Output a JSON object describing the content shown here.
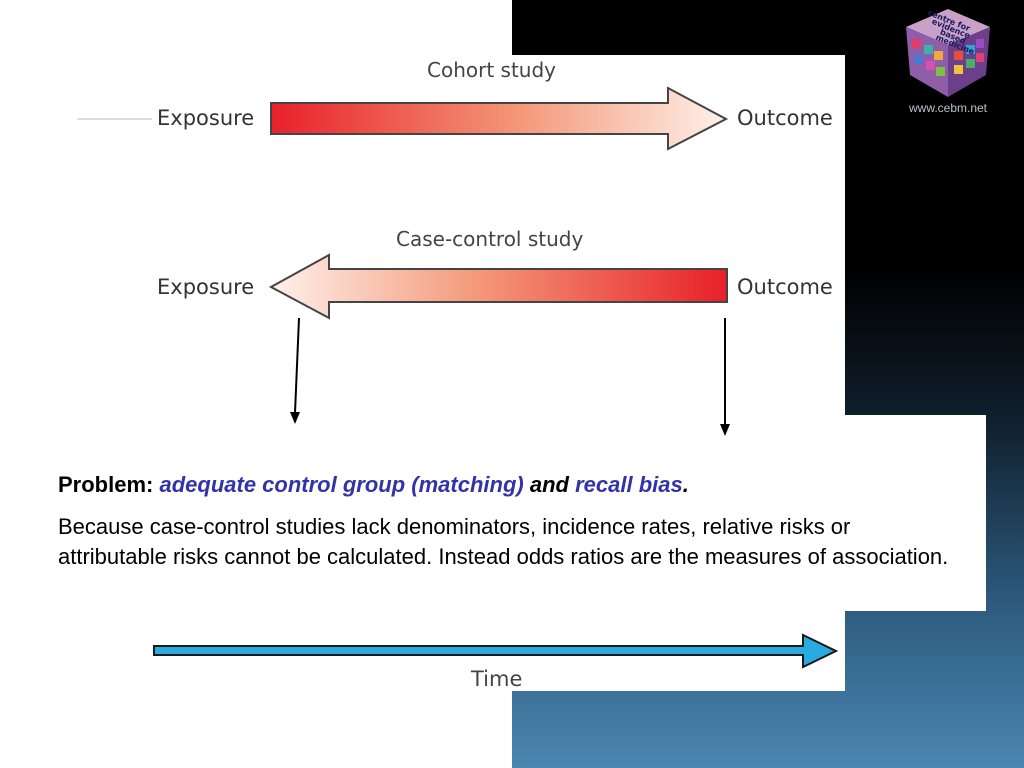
{
  "logo": {
    "url_text": "www.cebm.net",
    "cube_text": "centre for evidence based medicine"
  },
  "cohort": {
    "title": "Cohort study",
    "left_label": "Exposure",
    "right_label": "Outcome"
  },
  "case_control": {
    "title": "Case-control study",
    "left_label": "Exposure",
    "right_label": "Outcome"
  },
  "problem": {
    "label": "Problem:",
    "item1": "adequate control group (matching)",
    "connector": "and",
    "item2": "recall bias",
    "period": "."
  },
  "body_text": "Because case-control studies lack denominators, incidence rates, relative risks or attributable risks cannot be calculated. Instead odds ratios are the measures of association.",
  "time_label": "Time",
  "colors": {
    "arrow_red": "#e8202a",
    "arrow_light": "#fde9e2",
    "time_arrow": "#29aae1",
    "highlight_blue": "#3333a8"
  }
}
